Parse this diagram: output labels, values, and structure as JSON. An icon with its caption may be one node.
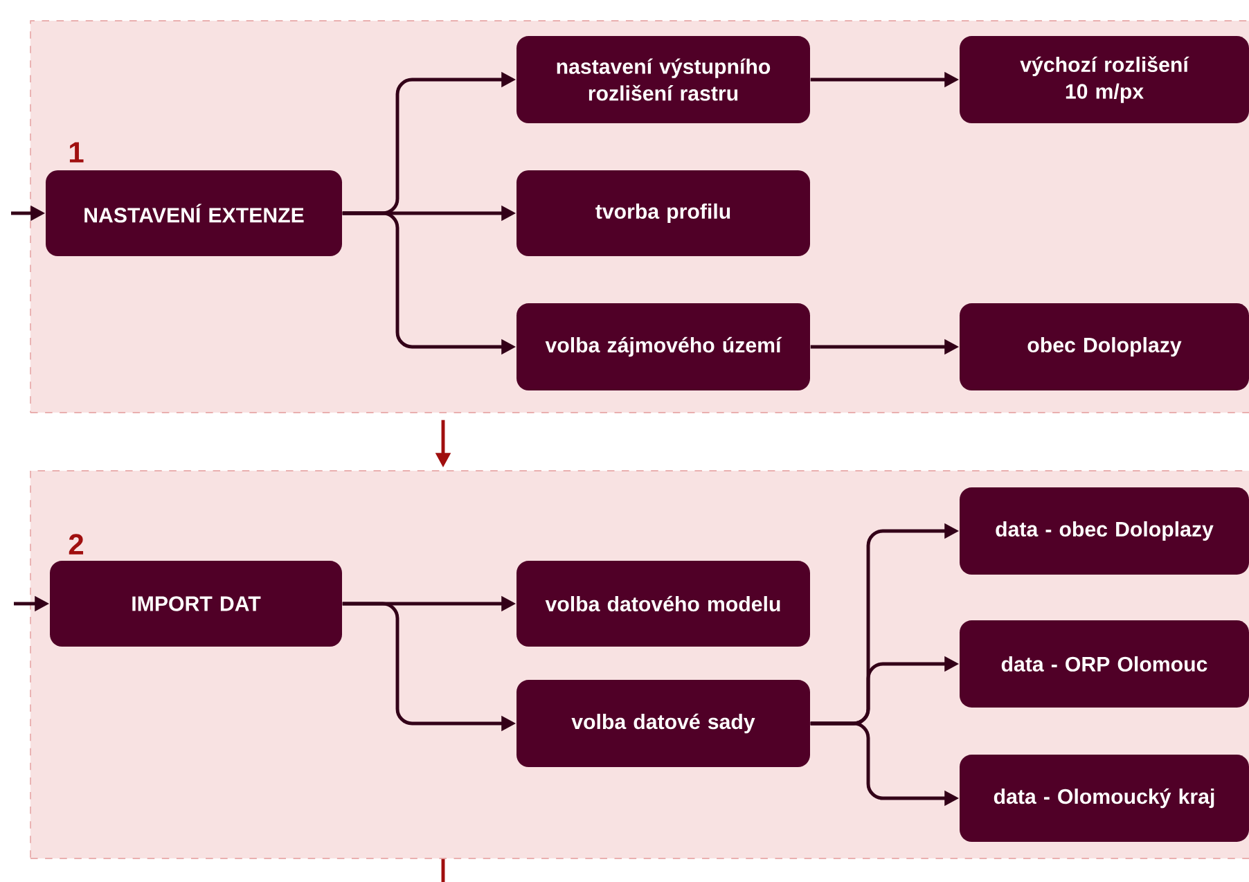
{
  "diagram": {
    "nodes": [
      {
        "text": [],
        "shape": "box"
      },
      {
        "text": [
          "NASTAVENÍ EXTENZE"
        ],
        "in": 0,
        "beside": [
          "1"
        ]
      },
      {
        "text": [
          "nastavení výstupního rozlišení rastru"
        ],
        "in": 0
      },
      {
        "text": [
          "výchozí rozlišení 10 m/px"
        ],
        "in": 0
      },
      {
        "text": [
          "tvorba profilu"
        ],
        "in": 0
      },
      {
        "text": [
          "volba zájmového území"
        ],
        "in": 0
      },
      {
        "text": [
          "obec Doloplazy"
        ],
        "in": 0
      },
      {
        "text": [],
        "shape": "box"
      },
      {
        "text": [
          "IMPORT DAT"
        ],
        "in": 7,
        "beside": [
          "2"
        ]
      },
      {
        "text": [
          "volba datového modelu"
        ],
        "in": 7
      },
      {
        "text": [
          "volba datové sady"
        ],
        "in": 7
      },
      {
        "text": [
          "data - obec Doloplazy"
        ],
        "in": 7
      },
      {
        "text": [
          "data - ORP Olomouc"
        ],
        "in": 7
      },
      {
        "text": [
          "data - Olomoucký kraj"
        ],
        "in": 7
      }
    ],
    "edges": [
      {
        "from": null,
        "to": 1,
        "arrow": "to"
      },
      {
        "from": 1,
        "to": 2,
        "arrow": "to"
      },
      {
        "from": 1,
        "to": 4,
        "arrow": "to"
      },
      {
        "from": 1,
        "to": 5,
        "arrow": "to"
      },
      {
        "from": 2,
        "to": 3,
        "arrow": "to"
      },
      {
        "from": 5,
        "to": 6,
        "arrow": "to"
      },
      {
        "from": 0,
        "to": 7,
        "arrow": "to",
        "color": "#a00f0f"
      },
      {
        "from": null,
        "to": 8,
        "arrow": "to"
      },
      {
        "from": 8,
        "to": 9,
        "arrow": "to"
      },
      {
        "from": 8,
        "to": 10,
        "arrow": "to"
      },
      {
        "from": 10,
        "to": 11,
        "arrow": "to"
      },
      {
        "from": 10,
        "to": 12,
        "arrow": "to"
      },
      {
        "from": 10,
        "to": 13,
        "arrow": "to"
      },
      {
        "from": 7,
        "to": null,
        "arrow": "none",
        "color": "#a00f0f"
      }
    ]
  }
}
